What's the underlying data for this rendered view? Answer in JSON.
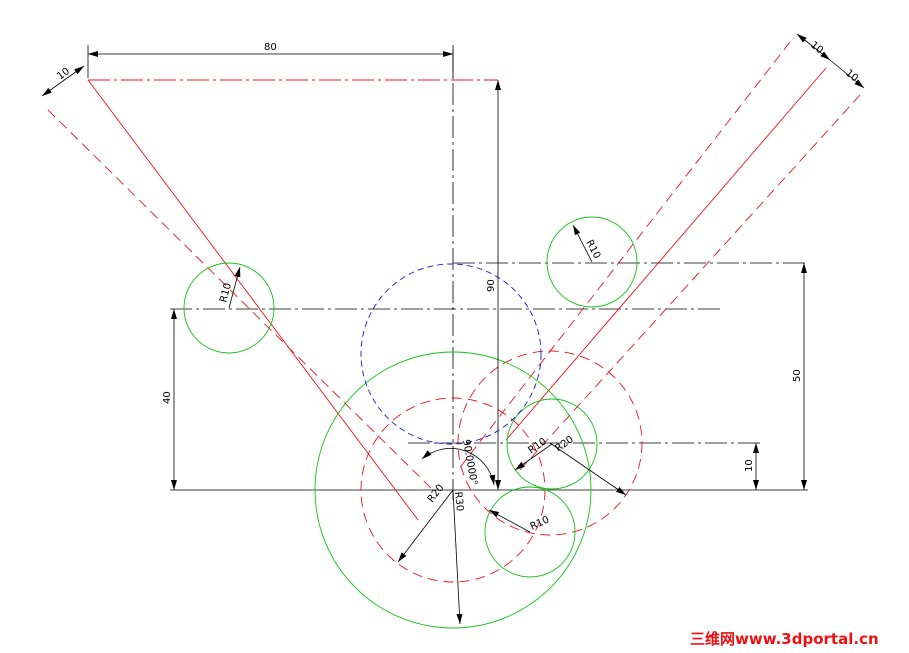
{
  "dimensions": {
    "top_width": "80",
    "left_offset": "10",
    "right_offset_a": "10",
    "right_offset_b": "10",
    "height_90": "90",
    "height_50": "50",
    "height_40": "40",
    "height_10": "10",
    "r10_left": "R10",
    "r10_top_right": "R10",
    "r10_mid": "R10",
    "r10_bottom": "R10",
    "r20_mid": "R20",
    "r20_center": "R20",
    "r30_center": "R30",
    "angle": "90.0000°"
  },
  "watermark": "三维网www.3dportal.cn",
  "colors": {
    "dimension": "#000000",
    "center_line": "#000000",
    "red_geometry": "#e8141e",
    "green_circles": "#16c21a",
    "blue_circle": "#1a1ad0"
  }
}
